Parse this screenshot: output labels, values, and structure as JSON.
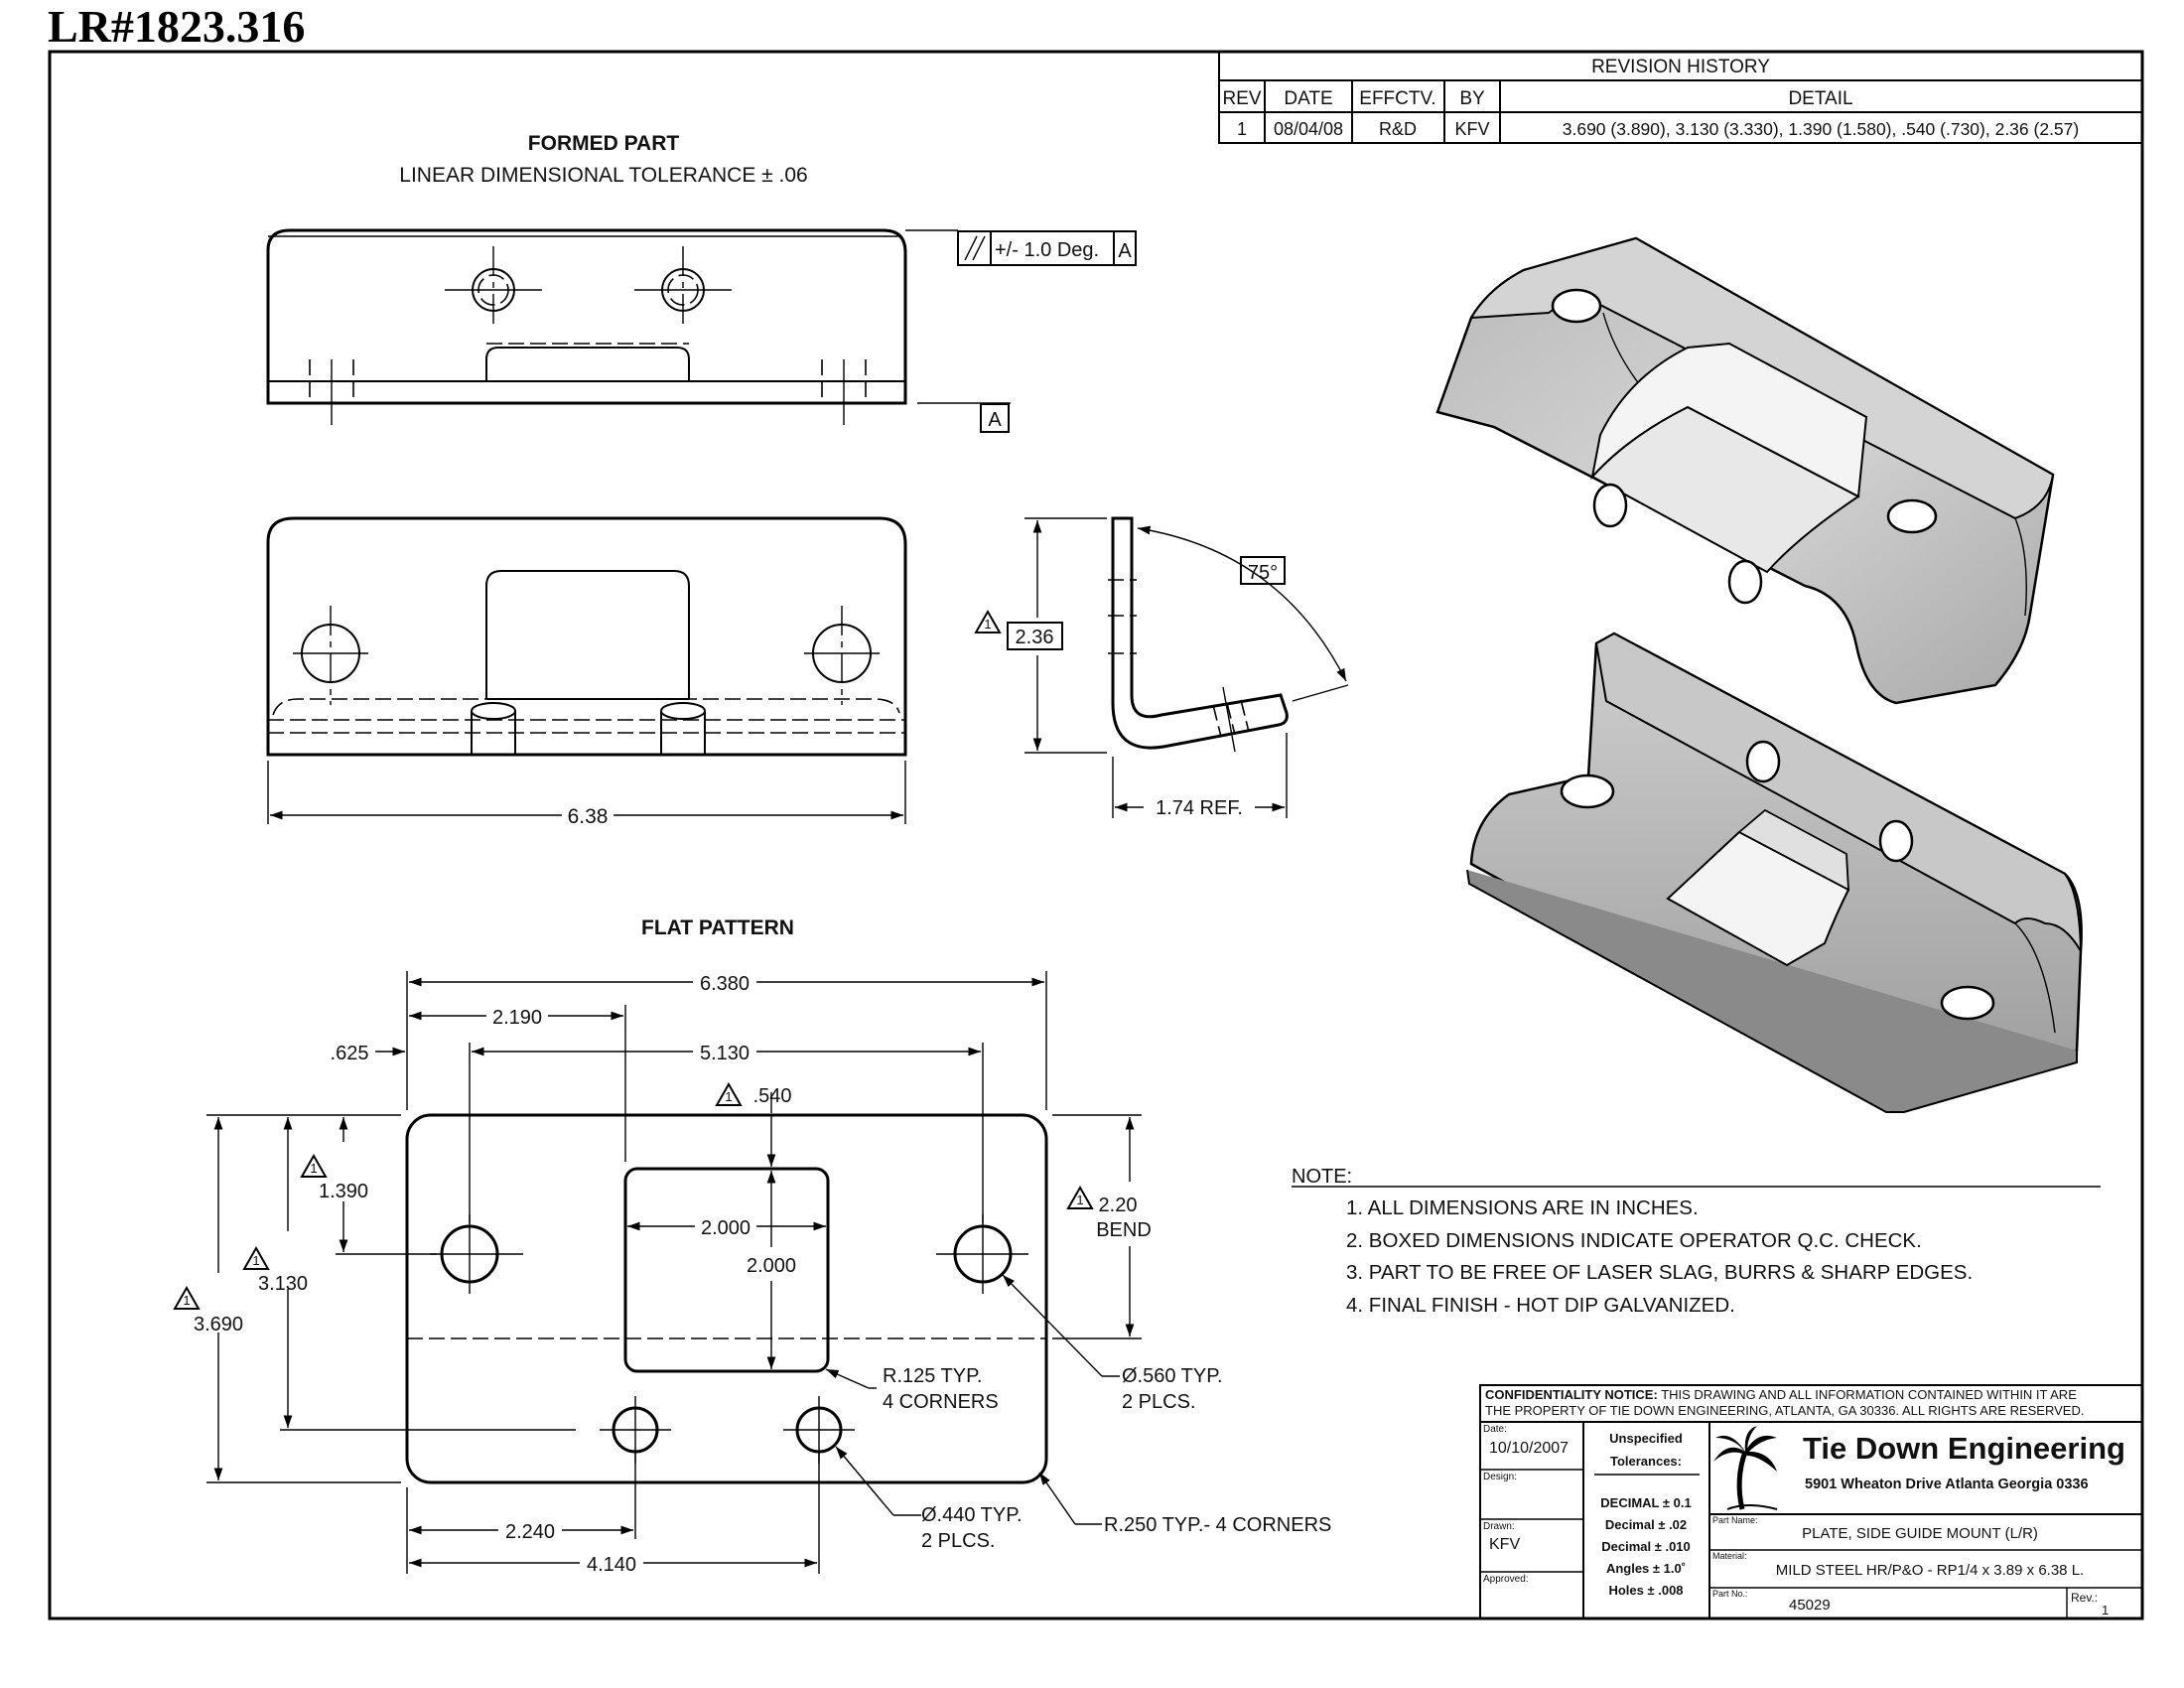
{
  "doc_id": "LR#1823.316",
  "revision_history": {
    "title": "REVISION HISTORY",
    "headers": [
      "REV",
      "DATE",
      "EFFCTV.",
      "BY",
      "DETAIL"
    ],
    "rows": [
      [
        "1",
        "08/04/08",
        "R&D",
        "KFV",
        "3.690 (3.890), 3.130 (3.330), 1.390 (1.580), .540 (.730), 2.36 (2.57)"
      ]
    ]
  },
  "formed_part": {
    "title": "FORMED PART",
    "tolerance": "LINEAR DIMENSIONAL TOLERANCE ± .06",
    "parallel_tol": "+/- 1.0 Deg.",
    "datum": "A",
    "width_dim": "6.38",
    "height_dim": "2.36",
    "angle": "75°",
    "ref_dim": "1.74 REF."
  },
  "flat_pattern": {
    "title": "FLAT PATTERN",
    "dims": {
      "overall_w": "6.380",
      "d2190": "2.190",
      "d625": ".625",
      "d5130": "5.130",
      "d540": ".540",
      "d1390": "1.390",
      "d3130": "3.130",
      "d3690": "3.690",
      "sq_w": "2.000",
      "sq_h": "2.000",
      "bend": "2.20",
      "bend_label": "BEND",
      "d2240": "2.240",
      "d4140": "4.140"
    },
    "callouts": {
      "r125": "R.125 TYP.",
      "r125_b": "4 CORNERS",
      "d560": "Ø.560 TYP.",
      "d560_b": "2 PLCS.",
      "d440": "Ø.440 TYP.",
      "d440_b": "2 PLCS.",
      "r250": "R.250 TYP.- 4 CORNERS"
    }
  },
  "notes": {
    "title": "NOTE:",
    "items": [
      "1.  ALL DIMENSIONS ARE IN INCHES.",
      "2.  BOXED DIMENSIONS INDICATE OPERATOR Q.C. CHECK.",
      "3.  PART TO BE FREE OF LASER SLAG, BURRS & SHARP EDGES.",
      "4.  FINAL FINISH - HOT DIP GALVANIZED."
    ]
  },
  "title_block": {
    "conf_bold": "CONFIDENTIALITY NOTICE:",
    "conf_rest": " THIS DRAWING AND ALL INFORMATION CONTAINED WITHIN IT ARE",
    "conf_line2": "THE PROPERTY OF TIE DOWN ENGINEERING, ATLANTA, GA 30336.  ALL RIGHTS ARE RESERVED.",
    "date_label": "Date:",
    "date": "10/10/2007",
    "design_label": "Design:",
    "drawn_label": "Drawn:",
    "drawn": "KFV",
    "approved_label": "Approved:",
    "unspec1": "Unspecified",
    "unspec2": "Tolerances:",
    "tol": [
      "DECIMAL ± 0.1",
      "Decimal ± .02",
      "Decimal ± .010",
      "Angles ± 1.0˚",
      "Holes ± .008"
    ],
    "company": "Tie Down Engineering",
    "address": "5901 Wheaton Drive  Atlanta  Georgia  0336",
    "part_name_label": "Part Name:",
    "part_name": "PLATE, SIDE GUIDE MOUNT (L/R)",
    "material_label": "Material:",
    "material": "MILD STEEL HR/P&O - RP1/4 x 3.89 x 6.38 L.",
    "part_no_label": "Part No.:",
    "part_no": "45029",
    "rev_label": "Rev.:",
    "rev": "1"
  }
}
